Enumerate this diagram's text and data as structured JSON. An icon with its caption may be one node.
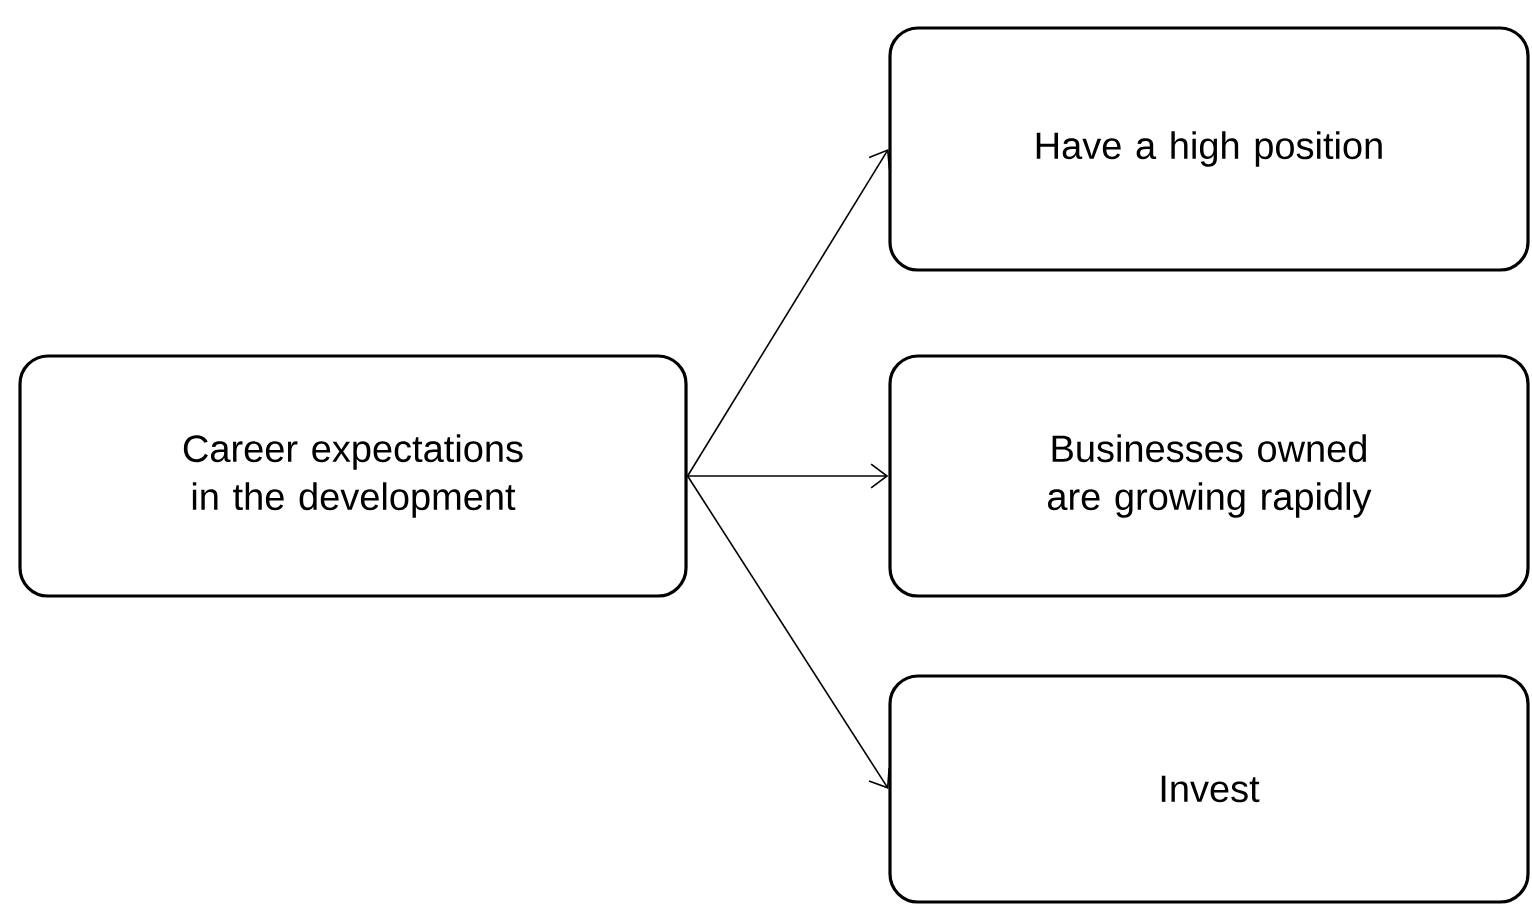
{
  "diagram": {
    "nodes": [
      {
        "text": [
          "Career expectations in the development"
        ]
      },
      {
        "text": [
          "Have a high position"
        ]
      },
      {
        "text": [
          "Businesses owned are growing rapidly"
        ]
      },
      {
        "text": [
          "Invest"
        ]
      }
    ],
    "edges": [
      {
        "from": 0,
        "to": 1,
        "arrow": "to"
      },
      {
        "from": 0,
        "to": 2,
        "arrow": "to"
      },
      {
        "from": 0,
        "to": 3,
        "arrow": "to"
      }
    ]
  }
}
